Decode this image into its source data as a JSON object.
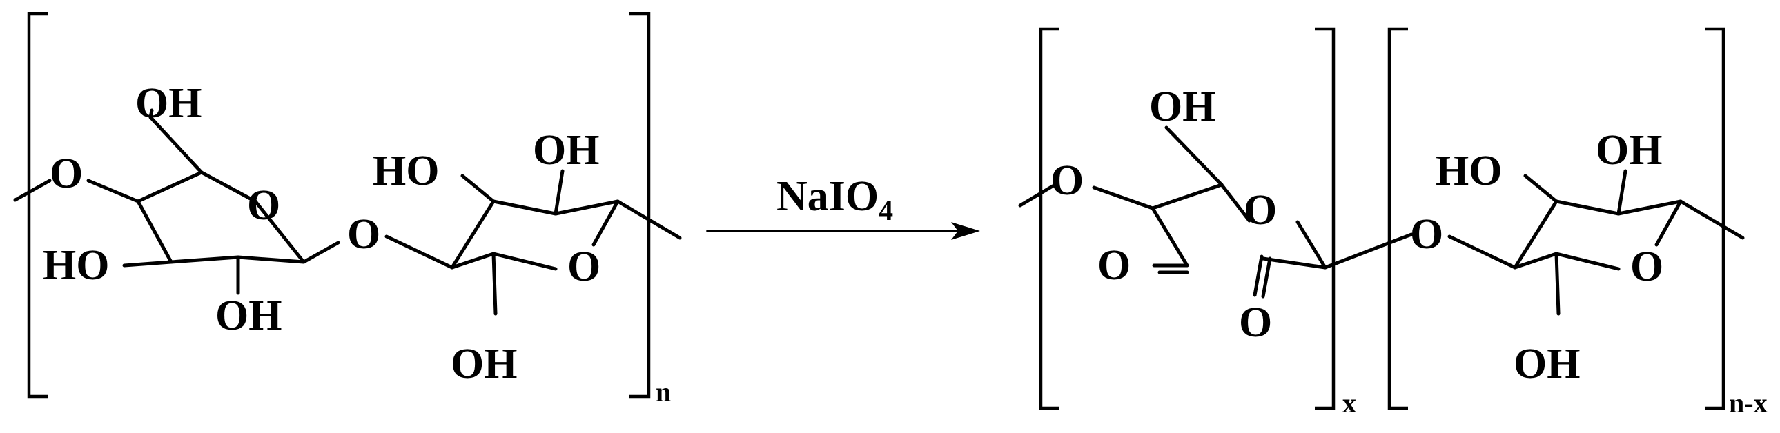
{
  "reactant": {
    "ring1": {
      "O_link_left": "O",
      "OH_top": "OH",
      "O_ring": "O",
      "HO_left": "HO",
      "OH_bottom": "OH"
    },
    "O_glycosidic": "O",
    "ring2": {
      "HO_top": "HO",
      "OH_top": "OH",
      "O_ring": "O",
      "OH_bottom": "OH"
    },
    "repeat_subscript": "n"
  },
  "reagent": {
    "text": "NaIO",
    "subscript": "4"
  },
  "product": {
    "unit1": {
      "O_link_left": "O",
      "OH_top": "OH",
      "O_ring": "O",
      "O_aldehyde_left": "O",
      "O_aldehyde_right": "O",
      "repeat_subscript": "x"
    },
    "O_glycosidic": "O",
    "unit2": {
      "HO_top": "HO",
      "OH_top": "OH",
      "O_ring": "O",
      "OH_bottom": "OH",
      "repeat_subscript": "n-x"
    }
  }
}
